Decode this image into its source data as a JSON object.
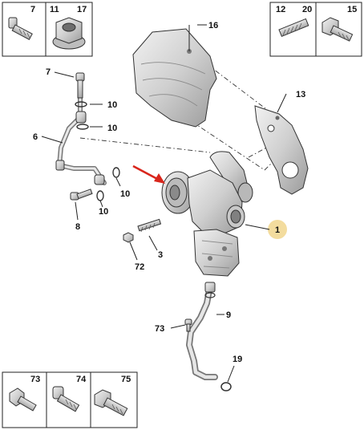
{
  "diagram": {
    "callouts": {
      "c1": "1",
      "c3": "3",
      "c6": "6",
      "c7": "7",
      "c8": "8",
      "c9": "9",
      "c10a": "10",
      "c10b": "10",
      "c10c": "10",
      "c10d": "10",
      "c13": "13",
      "c16": "16",
      "c19": "19",
      "c72": "72",
      "c73": "73"
    },
    "boxes": {
      "top_left": [
        "7",
        "11",
        "17"
      ],
      "top_right": [
        "12",
        "20",
        "15"
      ],
      "bottom_left": [
        "73",
        "74",
        "75"
      ]
    },
    "colors": {
      "arrow": "#d9261c",
      "highlight": "#f3dc9e",
      "part_fill": "#dcdcdc",
      "line": "#222222"
    }
  }
}
